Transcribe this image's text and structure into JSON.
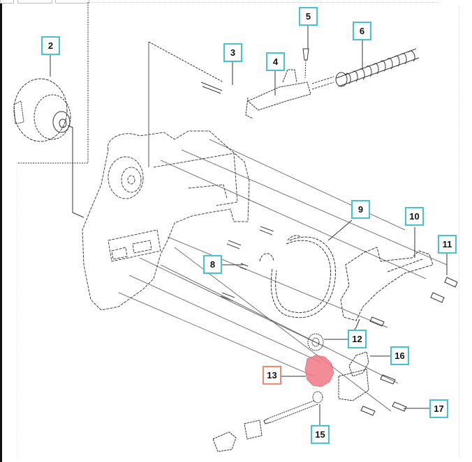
{
  "diagram": {
    "title": "Exploded parts diagram",
    "accent_color": "#45c3cf",
    "highlight_color": "#f08a6a",
    "highlight_fill": "#f07a86",
    "selected_part": "13",
    "callouts": [
      {
        "id": "2",
        "label": "2"
      },
      {
        "id": "3",
        "label": "3"
      },
      {
        "id": "4",
        "label": "4"
      },
      {
        "id": "5",
        "label": "5"
      },
      {
        "id": "6",
        "label": "6"
      },
      {
        "id": "8",
        "label": "8"
      },
      {
        "id": "9",
        "label": "9"
      },
      {
        "id": "10",
        "label": "10"
      },
      {
        "id": "11",
        "label": "11"
      },
      {
        "id": "12",
        "label": "12"
      },
      {
        "id": "13",
        "label": "13"
      },
      {
        "id": "15",
        "label": "15"
      },
      {
        "id": "16",
        "label": "16"
      },
      {
        "id": "17",
        "label": "17"
      }
    ]
  }
}
